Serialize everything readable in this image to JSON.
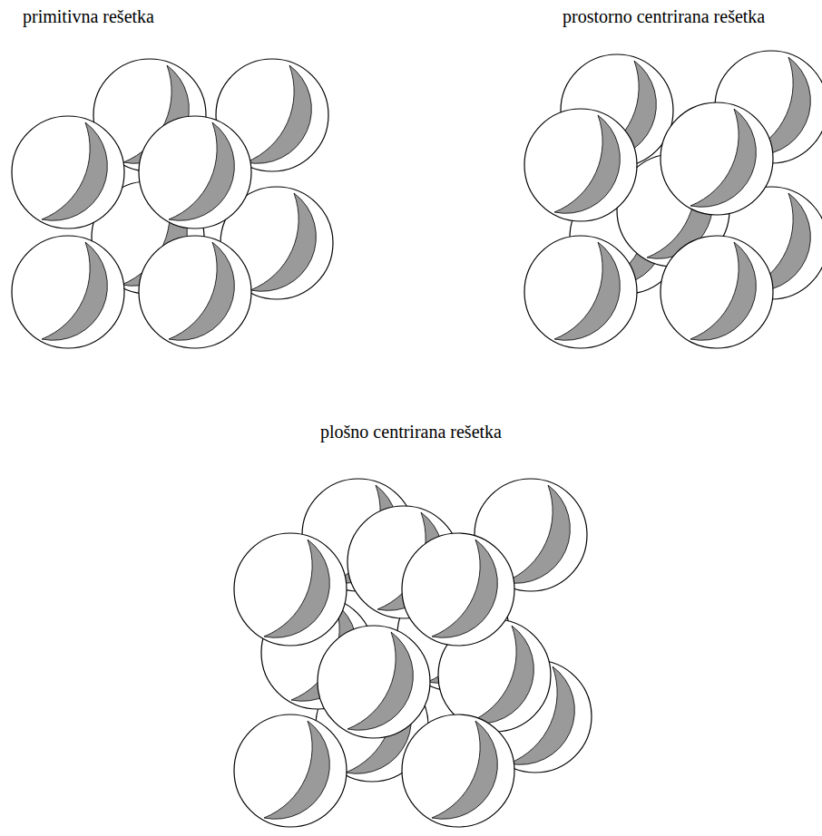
{
  "diagram": {
    "labels": [
      "primitivna rešetka",
      "prostorno centrirana rešetka",
      "plošno centrirana rešetka"
    ]
  }
}
